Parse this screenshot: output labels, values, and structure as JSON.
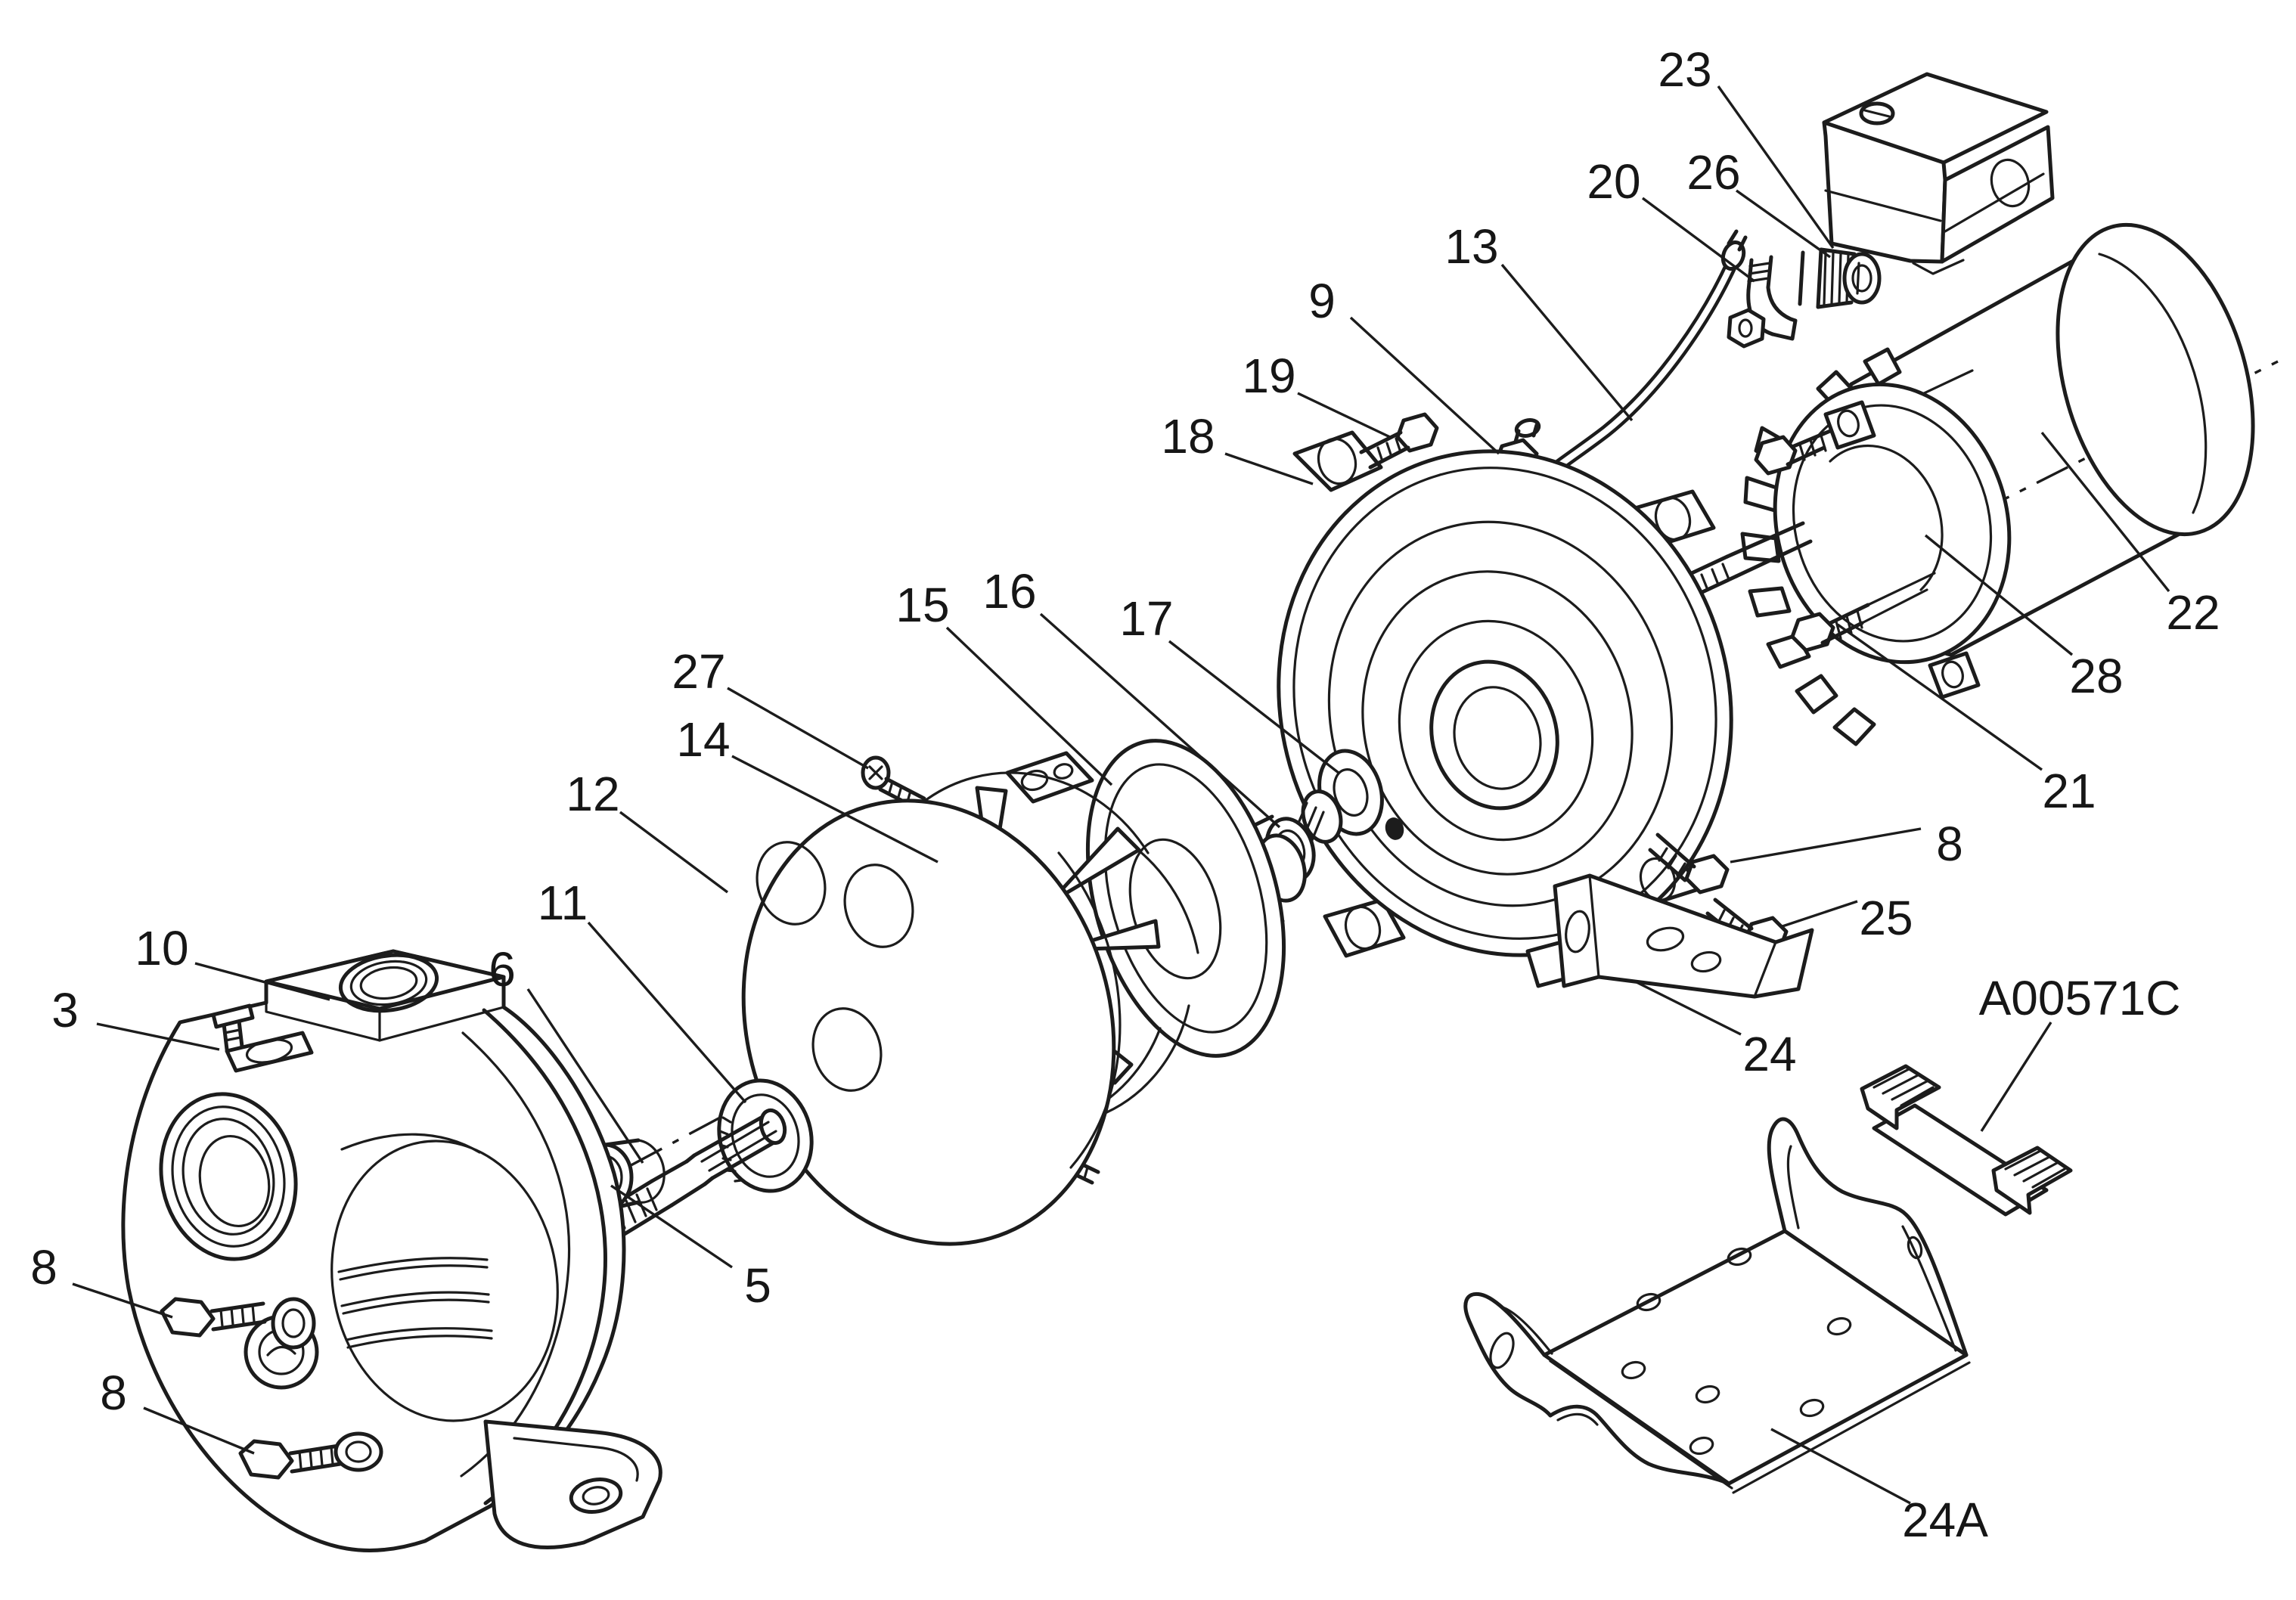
{
  "page": {
    "background_color": "#ffffff",
    "line_color": "#1c1c1c",
    "label_color": "#161616",
    "type": "exploded-parts-diagram"
  },
  "diagram": {
    "callouts": [
      {
        "id": "23",
        "text": "23",
        "label": [
          2228,
          92
        ],
        "line": [
          2272,
          114,
          2424,
          328
        ]
      },
      {
        "id": "20",
        "text": "20",
        "label": [
          2134,
          240
        ],
        "line": [
          2172,
          262,
          2320,
          372
        ]
      },
      {
        "id": "26",
        "text": "26",
        "label": [
          2266,
          228
        ],
        "line": [
          2296,
          252,
          2420,
          340
        ]
      },
      {
        "id": "13",
        "text": "13",
        "label": [
          1946,
          326
        ],
        "line": [
          1986,
          350,
          2158,
          556
        ]
      },
      {
        "id": "9",
        "text": "9",
        "label": [
          1748,
          398
        ],
        "line": [
          1786,
          420,
          1982,
          600
        ]
      },
      {
        "id": "19",
        "text": "19",
        "label": [
          1678,
          497
        ],
        "line": [
          1716,
          520,
          1838,
          578
        ]
      },
      {
        "id": "18",
        "text": "18",
        "label": [
          1571,
          577
        ],
        "line": [
          1620,
          600,
          1736,
          640
        ]
      },
      {
        "id": "22",
        "text": "22",
        "label": [
          2900,
          810
        ],
        "line": [
          2868,
          782,
          2700,
          572
        ]
      },
      {
        "id": "28",
        "text": "28",
        "label": [
          2772,
          894
        ],
        "line": [
          2740,
          866,
          2546,
          708
        ]
      },
      {
        "id": "21",
        "text": "21",
        "label": [
          2736,
          1046
        ],
        "line": [
          2700,
          1018,
          2430,
          826
        ]
      },
      {
        "id": "8c",
        "text": "8",
        "label": [
          2578,
          1116
        ],
        "line": [
          2540,
          1096,
          2288,
          1140
        ]
      },
      {
        "id": "25",
        "text": "25",
        "label": [
          2494,
          1214
        ],
        "line": [
          2456,
          1192,
          2354,
          1226
        ]
      },
      {
        "id": "24",
        "text": "24",
        "label": [
          2340,
          1394
        ],
        "line": [
          2302,
          1368,
          2162,
          1298
        ]
      },
      {
        "id": "plate",
        "text": "A00571C",
        "label": [
          2750,
          1320
        ],
        "line": [
          2712,
          1352,
          2620,
          1496
        ]
      },
      {
        "id": "24A",
        "text": "24A",
        "label": [
          2572,
          2010
        ],
        "line": [
          2526,
          1988,
          2342,
          1890
        ]
      },
      {
        "id": "15",
        "text": "15",
        "label": [
          1220,
          800
        ],
        "line": [
          1252,
          830,
          1470,
          1038
        ]
      },
      {
        "id": "16",
        "text": "16",
        "label": [
          1335,
          782
        ],
        "line": [
          1376,
          812,
          1692,
          1094
        ]
      },
      {
        "id": "17",
        "text": "17",
        "label": [
          1516,
          818
        ],
        "line": [
          1546,
          848,
          1770,
          1022
        ]
      },
      {
        "id": "27",
        "text": "27",
        "label": [
          924,
          888
        ],
        "line": [
          962,
          910,
          1148,
          1016
        ]
      },
      {
        "id": "14",
        "text": "14",
        "label": [
          930,
          978
        ],
        "line": [
          968,
          1000,
          1240,
          1140
        ]
      },
      {
        "id": "12",
        "text": "12",
        "label": [
          784,
          1050
        ],
        "line": [
          820,
          1074,
          962,
          1180
        ]
      },
      {
        "id": "11",
        "text": "11",
        "label": [
          744,
          1194
        ],
        "line": [
          778,
          1220,
          986,
          1458
        ]
      },
      {
        "id": "6",
        "text": "6",
        "label": [
          664,
          1282
        ],
        "line": [
          698,
          1308,
          850,
          1538
        ]
      },
      {
        "id": "10",
        "text": "10",
        "label": [
          214,
          1254
        ],
        "line": [
          258,
          1274,
          436,
          1322
        ]
      },
      {
        "id": "3",
        "text": "3",
        "label": [
          86,
          1336
        ],
        "line": [
          128,
          1354,
          290,
          1388
        ]
      },
      {
        "id": "8a",
        "text": "8",
        "label": [
          58,
          1676
        ],
        "line": [
          96,
          1698,
          228,
          1742
        ]
      },
      {
        "id": "8b",
        "text": "8",
        "label": [
          150,
          1842
        ],
        "line": [
          190,
          1862,
          336,
          1922
        ]
      },
      {
        "id": "5",
        "text": "5",
        "label": [
          1002,
          1700
        ],
        "line": [
          968,
          1676,
          808,
          1568
        ]
      }
    ]
  }
}
